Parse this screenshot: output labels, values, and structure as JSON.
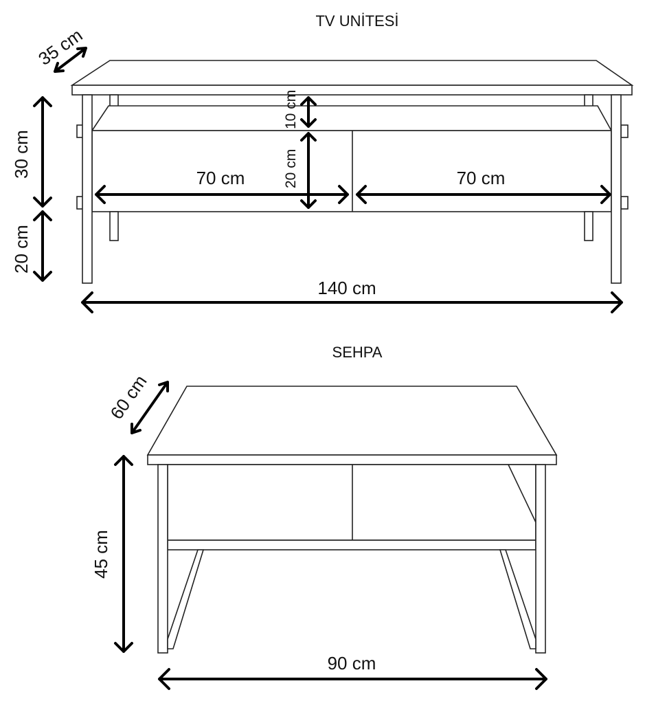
{
  "tv_unit": {
    "title": "TV UNİTESİ",
    "depth": "35 cm",
    "body_height": "30 cm",
    "leg_height": "20 cm",
    "top_gap": "10 cm",
    "compartment_height": "20 cm",
    "left_width": "70 cm",
    "right_width": "70 cm",
    "total_width": "140 cm"
  },
  "coffee_table": {
    "title": "SEHPA",
    "depth": "60 cm",
    "height": "45 cm",
    "width": "90 cm"
  }
}
